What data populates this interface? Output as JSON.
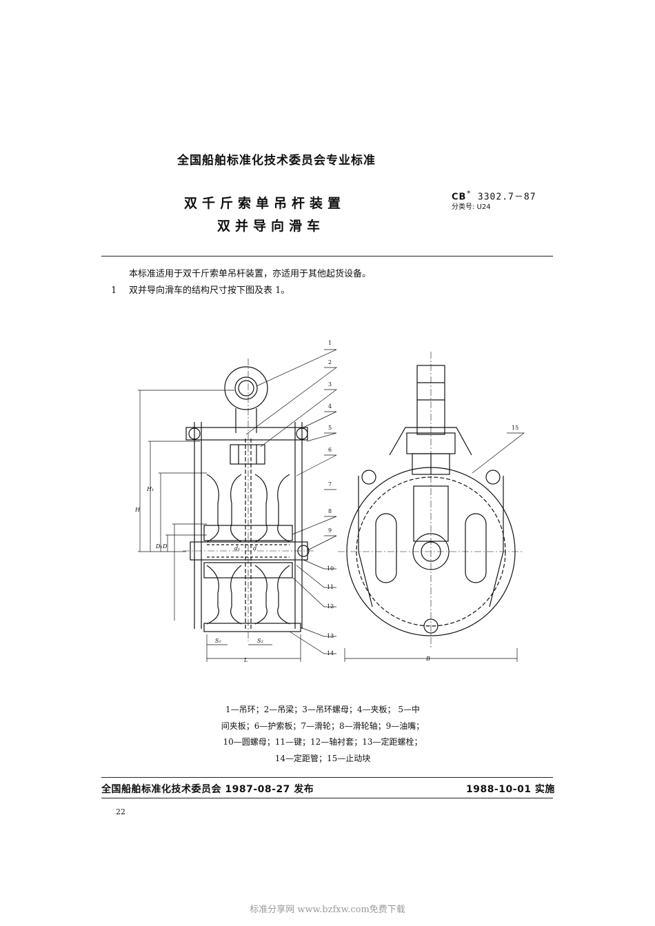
{
  "header": {
    "organization": "全国船舶标准化技术委员会专业标准",
    "title_line1": "双千斤索单吊杆装置",
    "title_line2": "双并导向滑车",
    "standard_prefix": "CB",
    "standard_mark": "*",
    "standard_number": "3302.7－87",
    "classification": "分类号: U24"
  },
  "body": {
    "para1": "本标准适用于双千斤索单吊杆装置，亦适用于其他起货设备。",
    "para2_num": "1",
    "para2": "双并导向滑车的结构尺寸按下图及表 1。"
  },
  "drawing": {
    "callouts": [
      "1",
      "2",
      "3",
      "4",
      "5",
      "6",
      "7",
      "8",
      "9",
      "10",
      "11",
      "12",
      "13",
      "14",
      "15"
    ],
    "dims": {
      "H": "H",
      "H1": "H₁",
      "D1": "D₁",
      "D": "D",
      "d1": "d₁",
      "d": "d",
      "S1": "S₁",
      "S2": "S₂",
      "L": "L",
      "B": "B"
    }
  },
  "legend": {
    "line1": "1—吊环；2—吊梁；3—吊环螺母；4—夹板； 5—中",
    "line2": "间夹板；6—护索板；7—滑轮；8—滑轮轴；9—油嘴；",
    "line3": "10—圆螺母；11—键；12—轴衬套；13—定距螺栓；",
    "line4": "14—定距管；15—止动块"
  },
  "footer": {
    "issued": "全国船舶标准化技术委员会 1987-08-27 发布",
    "effective": "1988-10-01 实施",
    "page": "22"
  },
  "watermark": "标准分享网 www.bzfxw.com免费下载"
}
